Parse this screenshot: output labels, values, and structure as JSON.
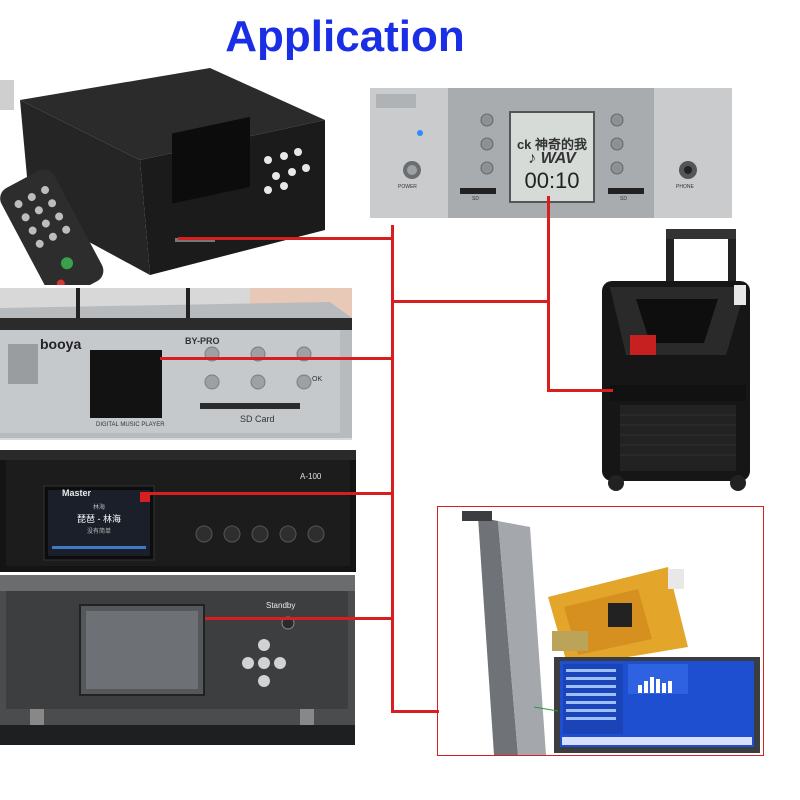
{
  "title": "Application",
  "devices": {
    "player_top_right": {
      "screen_line1": "ck 神奇的我",
      "screen_line2": "♪ WAV",
      "screen_time": "00:10",
      "power_label": "POWER",
      "phone_label": "PHONE",
      "sd_label": "SD",
      "usb_label": "SD"
    },
    "booya": {
      "brand": "booya",
      "model": "BY-PRO",
      "subtitle": "DIGITAL MUSIC PLAYER",
      "card_label": "SD Card",
      "ok_label": "OK"
    },
    "master": {
      "brand": "Master",
      "model": "A-100",
      "screen_line1": "林海",
      "screen_line2": "琵琶 - 林海",
      "screen_line3": "没有简单"
    },
    "standby": {
      "label": "Standby"
    }
  },
  "colors": {
    "title": "#1a2ee6",
    "wire": "#d81e1e",
    "lcd_blue": "#1f4fd1"
  }
}
